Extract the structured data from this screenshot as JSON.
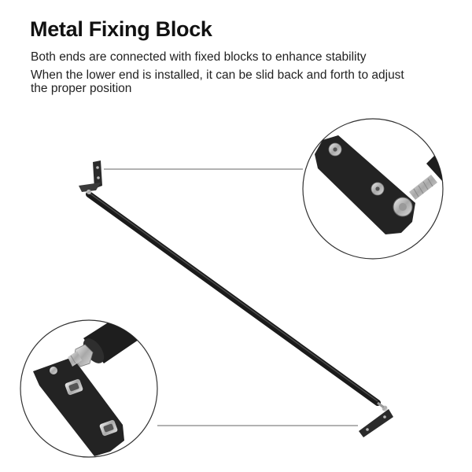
{
  "heading": {
    "title": "Metal Fixing Block",
    "line1": "Both ends are connected with fixed blocks to enhance stability",
    "line2": "When the lower end is installed, it can be slid back and forth to adjust the proper position"
  },
  "illustration": {
    "rod_color": "#1c1c1c",
    "bracket_color": "#2a2a2a",
    "metal_color": "#c8c8c8",
    "callout_stroke": "#333333",
    "leader_color": "#555555"
  }
}
